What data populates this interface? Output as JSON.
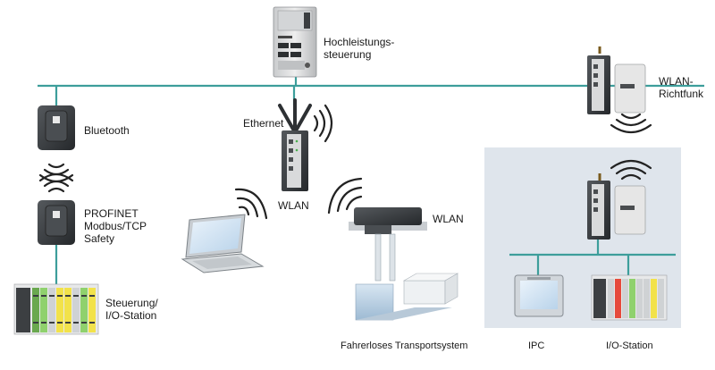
{
  "labels": {
    "controller": [
      "Hochleistungs-",
      "steuerung"
    ],
    "ethernet": "Ethernet",
    "wlan_radio": [
      "WLAN-",
      "Richtfunk"
    ],
    "bluetooth": "Bluetooth",
    "profinet": [
      "PROFINET",
      "Modbus/TCP",
      "Safety"
    ],
    "io_station_left": [
      "Steuerung/",
      "I/O-Station"
    ],
    "wlan_switch": "WLAN",
    "wlan_agv": "WLAN",
    "agv": "Fahrerloses Transportsystem",
    "ipc": "IPC",
    "io_station_right": "I/O-Station"
  },
  "colors": {
    "network_line": "#3d9e9b",
    "panel_bg": "#dfe5ec",
    "device_dark": "#3a3d40",
    "device_light": "#e6e6e6"
  }
}
